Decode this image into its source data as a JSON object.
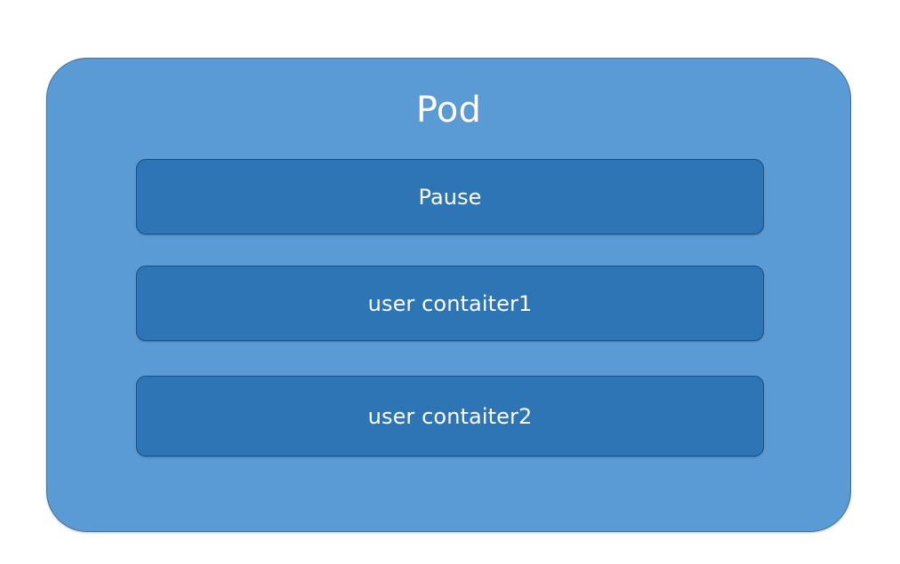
{
  "diagram": {
    "title": "Pod",
    "background_color": "#FFFFFF",
    "pod": {
      "label": "Pod",
      "fill_color": "#5B9BD5",
      "border_color": "#41719C",
      "text_color": "#FFFFFF"
    },
    "containers": [
      {
        "label": "Pause",
        "fill_color": "#2E75B6",
        "border_color": "#1F4E79",
        "text_color": "#FFFFFF"
      },
      {
        "label": "user contaiter1",
        "fill_color": "#2E75B6",
        "border_color": "#1F4E79",
        "text_color": "#FFFFFF"
      },
      {
        "label": "user contaiter2",
        "fill_color": "#2E75B6",
        "border_color": "#1F4E79",
        "text_color": "#FFFFFF"
      }
    ]
  }
}
